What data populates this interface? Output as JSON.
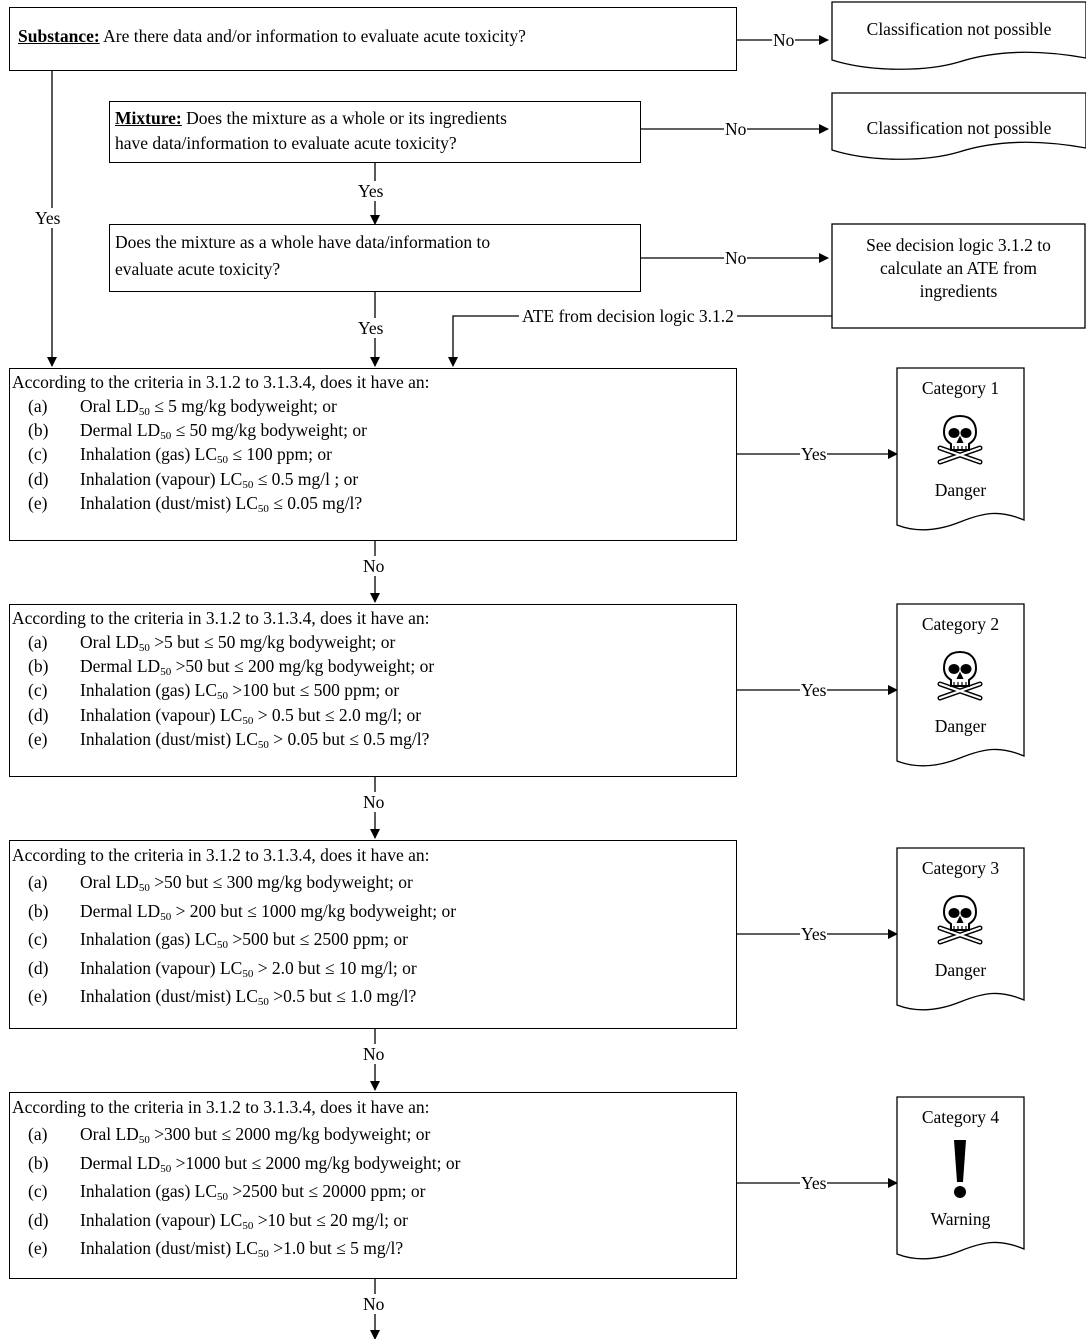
{
  "substance_box": {
    "label": "Substance:",
    "text": "Are there data and/or information to evaluate acute toxicity?"
  },
  "mixture_box": {
    "label": "Mixture:",
    "line1": "Does the mixture as a whole or its ingredients",
    "line2": "have data/information to evaluate acute toxicity?"
  },
  "whole_box": {
    "line1": "Does the mixture as a whole have data/information to",
    "line2": "evaluate acute toxicity?"
  },
  "terminals": {
    "not_possible_1": "Classification not possible",
    "not_possible_2": "Classification not possible",
    "see_logic": {
      "line1": "See decision logic 3.1.2 to",
      "line2": "calculate an ATE from",
      "line3": "ingredients"
    }
  },
  "connectors": {
    "no": "No",
    "yes": "Yes",
    "ate_from": "ATE from decision logic 3.1.2"
  },
  "criteria_blocks": [
    {
      "heading": "According to the criteria in 3.1.2 to 3.1.3.4, does it have an:",
      "items": [
        {
          "key": "(a)",
          "pre": "Oral LD",
          "sub": "50",
          "post": " ≤ 5 mg/kg bodyweight; or"
        },
        {
          "key": "(b)",
          "pre": "Dermal LD",
          "sub": "50",
          "post": " ≤ 50 mg/kg bodyweight; or"
        },
        {
          "key": "(c)",
          "pre": "Inhalation (gas) LC",
          "sub": "50",
          "post": " ≤ 100 ppm; or"
        },
        {
          "key": "(d)",
          "pre": "Inhalation (vapour) LC",
          "sub": "50",
          "post": " ≤ 0.5 mg/l ; or"
        },
        {
          "key": "(e)",
          "pre": "Inhalation (dust/mist) LC",
          "sub": "50",
          "post": " ≤ 0.05 mg/l?"
        }
      ],
      "category": "Category 1",
      "signal": "Danger",
      "symbol": "skull-crossbones"
    },
    {
      "heading": "According to the criteria in 3.1.2 to 3.1.3.4, does it have an:",
      "items": [
        {
          "key": "(a)",
          "pre": "Oral LD",
          "sub": "50",
          "post": " >5 but ≤ 50 mg/kg bodyweight; or"
        },
        {
          "key": "(b)",
          "pre": "Dermal LD",
          "sub": "50",
          "post": " >50 but ≤ 200 mg/kg bodyweight; or"
        },
        {
          "key": "(c)",
          "pre": "Inhalation (gas) LC",
          "sub": "50",
          "post": " >100 but ≤ 500 ppm; or"
        },
        {
          "key": "(d)",
          "pre": "Inhalation (vapour) LC",
          "sub": "50",
          "post": " > 0.5 but ≤ 2.0 mg/l; or"
        },
        {
          "key": "(e)",
          "pre": "Inhalation (dust/mist) LC",
          "sub": "50",
          "post": " > 0.05 but ≤ 0.5 mg/l?"
        }
      ],
      "category": "Category 2",
      "signal": "Danger",
      "symbol": "skull-crossbones"
    },
    {
      "heading": "According to the criteria in 3.1.2 to 3.1.3.4, does it have an:",
      "items": [
        {
          "key": "(a)",
          "pre": "Oral LD",
          "sub": "50",
          "post": " >50 but ≤ 300 mg/kg bodyweight; or"
        },
        {
          "key": "(b)",
          "pre": "Dermal LD",
          "sub": "50",
          "post": " > 200 but ≤ 1000 mg/kg bodyweight; or"
        },
        {
          "key": "(c)",
          "pre": "Inhalation (gas) LC",
          "sub": "50",
          "post": " >500 but ≤ 2500 ppm; or"
        },
        {
          "key": "(d)",
          "pre": "Inhalation (vapour) LC",
          "sub": "50",
          "post": " > 2.0 but ≤ 10 mg/l; or"
        },
        {
          "key": "(e)",
          "pre": "Inhalation (dust/mist) LC",
          "sub": "50",
          "post": " >0.5 but ≤ 1.0 mg/l?"
        }
      ],
      "category": "Category 3",
      "signal": "Danger",
      "symbol": "skull-crossbones"
    },
    {
      "heading": "According to the criteria in 3.1.2 to 3.1.3.4, does it have an:",
      "items": [
        {
          "key": "(a)",
          "pre": "Oral LD",
          "sub": "50",
          "post": " >300 but ≤ 2000 mg/kg bodyweight; or"
        },
        {
          "key": "(b)",
          "pre": "Dermal LD",
          "sub": "50",
          "post": " >1000 but ≤ 2000 mg/kg bodyweight; or"
        },
        {
          "key": "(c)",
          "pre": "Inhalation (gas) LC",
          "sub": "50",
          "post": " >2500 but ≤ 20000 ppm; or"
        },
        {
          "key": "(d)",
          "pre": "Inhalation (vapour) LC",
          "sub": "50",
          "post": " >10 but ≤ 20 mg/l; or"
        },
        {
          "key": "(e)",
          "pre": "Inhalation (dust/mist) LC",
          "sub": "50",
          "post": " >1.0 but ≤ 5 mg/l?"
        }
      ],
      "category": "Category 4",
      "signal": "Warning",
      "symbol": "exclamation-mark"
    }
  ]
}
